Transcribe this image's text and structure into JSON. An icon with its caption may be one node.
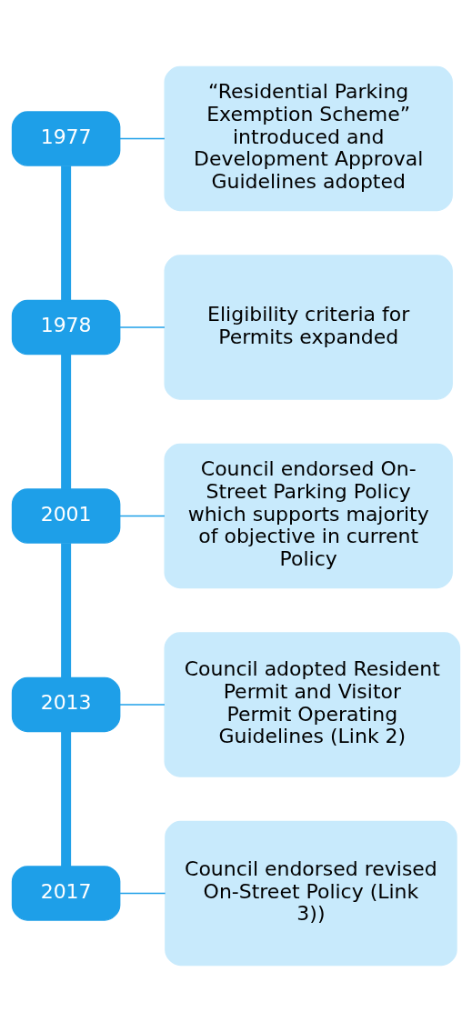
{
  "diagram": {
    "nodes": [
      {
        "text": [
          "1977"
        ]
      },
      {
        "text": [
          "“Residential Parking Exemption Scheme” introduced and Development Approval Guidelines adopted"
        ]
      },
      {
        "text": [
          "1978"
        ]
      },
      {
        "text": [
          "Eligibility criteria for Permits expanded"
        ]
      },
      {
        "text": [
          "2001"
        ]
      },
      {
        "text": [
          "Council endorsed On-Street Parking Policy which supports majority of objective in current Policy"
        ]
      },
      {
        "text": [
          "2013"
        ]
      },
      {
        "text": [
          "Council adopted Resident Permit and Visitor Permit Operating Guidelines (Link 2)"
        ]
      },
      {
        "text": [
          "2017"
        ]
      },
      {
        "text": [
          "Council endorsed revised On-Street Policy (Link 3))"
        ]
      }
    ],
    "edges": [
      {
        "from": 0,
        "to": 1,
        "arrow": "none"
      },
      {
        "from": 0,
        "to": 2,
        "arrow": "none",
        "style": "thick"
      },
      {
        "from": 2,
        "to": 3,
        "arrow": "none"
      },
      {
        "from": 2,
        "to": 4,
        "arrow": "none",
        "style": "thick"
      },
      {
        "from": 4,
        "to": 5,
        "arrow": "none"
      },
      {
        "from": 4,
        "to": 6,
        "arrow": "none",
        "style": "thick"
      },
      {
        "from": 6,
        "to": 7,
        "arrow": "none"
      },
      {
        "from": 6,
        "to": 8,
        "arrow": "none",
        "style": "thick"
      },
      {
        "from": 8,
        "to": 9,
        "arrow": "none"
      }
    ]
  }
}
